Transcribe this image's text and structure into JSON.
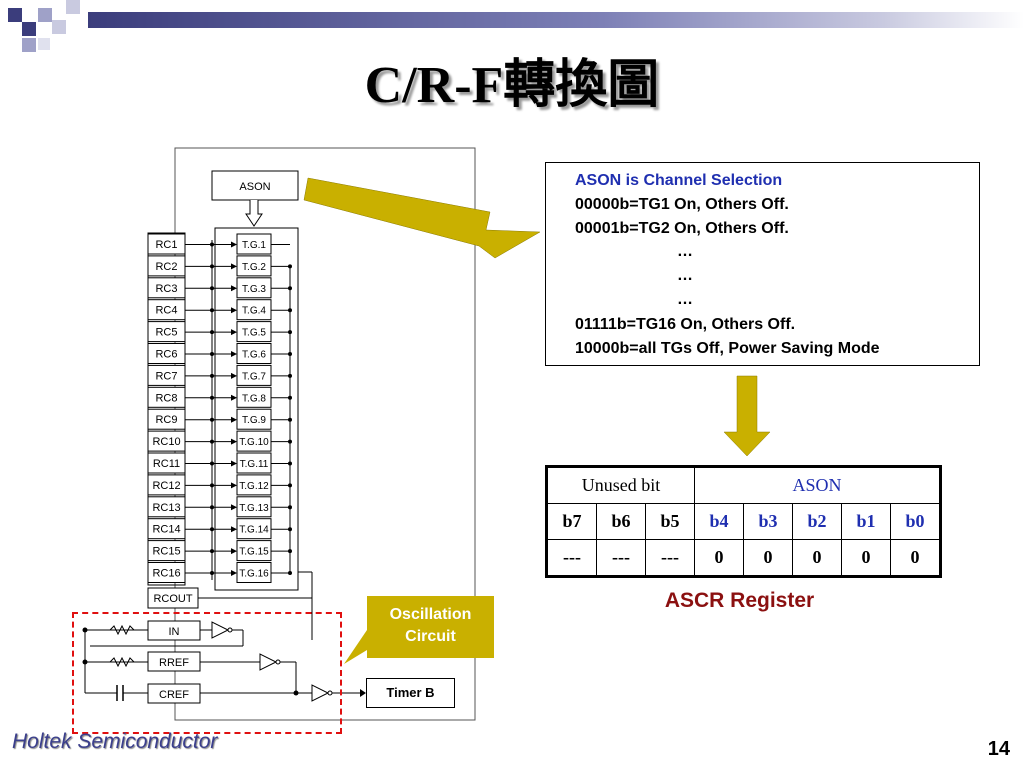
{
  "title": "C/R-F轉換圖",
  "circuit": {
    "ason_block": "ASON",
    "rc_labels": [
      "RC1",
      "RC2",
      "RC3",
      "RC4",
      "RC5",
      "RC6",
      "RC7",
      "RC8",
      "RC9",
      "RC10",
      "RC11",
      "RC12",
      "RC13",
      "RC14",
      "RC15",
      "RC16"
    ],
    "tg_labels": [
      "T.G.1",
      "T.G.2",
      "T.G.3",
      "T.G.4",
      "T.G.5",
      "T.G.6",
      "T.G.7",
      "T.G.8",
      "T.G.9",
      "T.G.10",
      "T.G.11",
      "T.G.12",
      "T.G.13",
      "T.G.14",
      "T.G.15",
      "T.G.16"
    ],
    "rcout": "RCOUT",
    "in": "IN",
    "rref": "RREF",
    "cref": "CREF",
    "timer_b": "Timer B"
  },
  "oscillation_label": {
    "line1": "Oscillation",
    "line2": "Circuit"
  },
  "ason_info": {
    "heading": "ASON is Channel Selection",
    "line1": "00000b=TG1 On, Others Off.",
    "line2": "00001b=TG2 On, Others Off.",
    "dots": "…",
    "line3": "01111b=TG16 On, Others Off.",
    "line4": "10000b=all TGs Off, Power Saving Mode"
  },
  "ascr_table": {
    "group_unused": "Unused bit",
    "group_ason": "ASON",
    "bits": [
      "b7",
      "b6",
      "b5",
      "b4",
      "b3",
      "b2",
      "b1",
      "b0"
    ],
    "values": [
      "---",
      "---",
      "---",
      "0",
      "0",
      "0",
      "0",
      "0"
    ],
    "caption": "ASCR Register"
  },
  "colors": {
    "title_text": "#000000",
    "arrow_fill": "#c9b000",
    "info_blue": "#1f2fb0",
    "caption_red": "#8b1010",
    "dashed_red": "#e01010",
    "footer_blue": "#3b3f8c"
  },
  "footer": "Holtek Semiconductor",
  "page_number": "14"
}
